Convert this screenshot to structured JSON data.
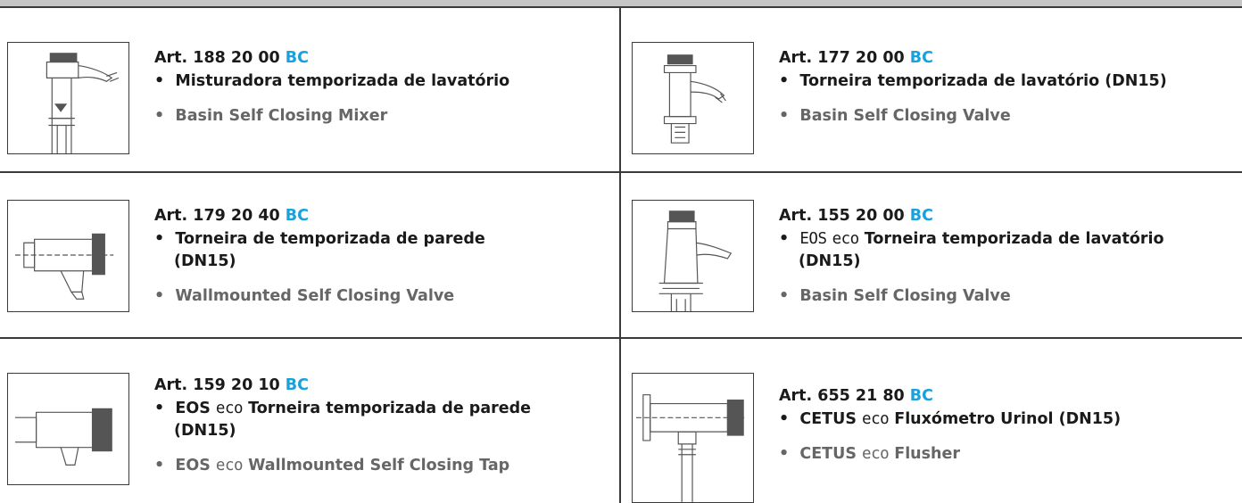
{
  "products": [
    {
      "art": "Art. 188 20 00",
      "code": "BC",
      "bullet": "•",
      "pt_pre": "",
      "pt_eco": "",
      "pt": "Misturadora temporizada de lavatório",
      "en_pre": "",
      "en_eco": "",
      "en": "Basin Self Closing Mixer",
      "image": "basin-self-closing-mixer-drawing"
    },
    {
      "art": "Art. 177 20 00",
      "code": "BC",
      "bullet": "•",
      "pt_pre": "",
      "pt_eco": "",
      "pt": "Torneira temporizada de lavatório (DN15)",
      "en_pre": "",
      "en_eco": "",
      "en": "Basin Self Closing Valve",
      "image": "basin-self-closing-valve-drawing"
    },
    {
      "art": "Art. 179 20 40",
      "code": "BC",
      "bullet": "•",
      "pt_pre": "",
      "pt_eco": "",
      "pt": "Torneira de temporizada de parede (DN15)",
      "en_pre": "",
      "en_eco": "",
      "en": "Wallmounted Self Closing Valve",
      "image": "wallmounted-self-closing-valve-drawing"
    },
    {
      "art": "Art. 155 20 00",
      "code": "BC",
      "bullet": "•",
      "pt_pre": "EOS",
      "pt_eco": "eco",
      "pt": "Torneira temporizada de lavatório (DN15)",
      "en_pre": "",
      "en_eco": "",
      "en": "Basin Self Closing Valve",
      "image": "eos-eco-basin-valve-drawing"
    },
    {
      "art": "Art. 159 20 10",
      "code": "BC",
      "bullet": "•",
      "pt_pre": "EOS",
      "pt_eco": "eco",
      "pt": "Torneira temporizada de parede (DN15)",
      "en_pre": "EOS",
      "en_eco": "eco",
      "en": "Wallmounted Self Closing Tap",
      "image": "eos-eco-wallmounted-tap-drawing"
    },
    {
      "art": "Art. 655 21 80",
      "code": "BC",
      "bullet": "•",
      "pt_pre": "CETUS",
      "pt_eco": "eco",
      "pt": "Fluxómetro Urinol (DN15)",
      "en_pre": "CETUS",
      "en_eco": "eco",
      "en": "Flusher",
      "image": "cetus-eco-flusher-drawing"
    }
  ],
  "colors": {
    "accent": "#1aa0dc",
    "english_text": "#666666",
    "rule": "#3a3a3a",
    "header_band": "#c6c6c6"
  }
}
